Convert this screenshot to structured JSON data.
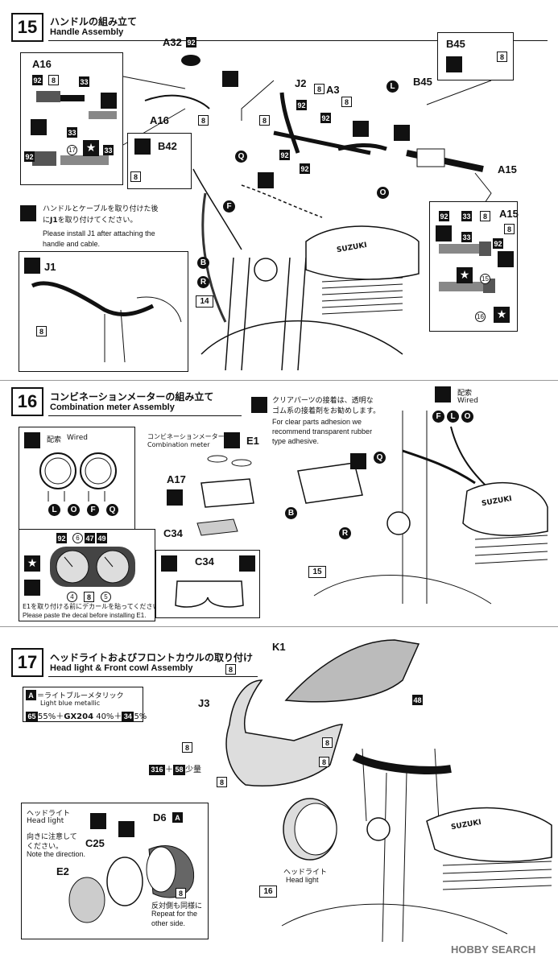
{
  "step15": {
    "number": "15",
    "title_jp": "ハンドルの組み立て",
    "title_en": "Handle Assembly",
    "parts": {
      "a32": "A32",
      "a16": "A16",
      "a16b": "A16",
      "b42": "B42",
      "j2": "J2",
      "a3": "A3",
      "b45": "B45",
      "b45b": "B45",
      "a15": "A15",
      "a15b": "A15",
      "j1": "J1"
    },
    "note_jp_line1": "ハンドルとケーブルを取り付けた後",
    "note_jp_line2": "に",
    "note_jp_j1": "J1",
    "note_jp_line2b": "を取り付けてください。",
    "note_en_line1": "Please install J1 after attaching the",
    "note_en_line2": "handle and cable.",
    "ref_14": "14"
  },
  "step16": {
    "number": "16",
    "title_jp": "コンビネーションメーターの組み立て",
    "title_en": "Combination meter Assembly",
    "wired_jp": "配索",
    "wired_en": "Wired",
    "wired2_jp": "配索",
    "wired2_en": "Wired",
    "meter_jp": "コンビネーションメーター",
    "meter_en": "Combination meter",
    "adhesive_jp_1": "クリアパーツの接着は、透明な",
    "adhesive_jp_2": "ゴム系の接着剤をお勧めします。",
    "adhesive_en_1": "For clear parts adhesion we",
    "adhesive_en_2": "recommend transparent rubber",
    "adhesive_en_3": "type adhesive.",
    "decal_jp": "E1を取り付ける前にデカールを貼ってください。",
    "decal_en": "Please paste the decal before installing E1.",
    "parts": {
      "e1": "E1",
      "a17": "A17",
      "c34": "C34",
      "c34b": "C34"
    },
    "ref_15": "15"
  },
  "step17": {
    "number": "17",
    "title_jp": "ヘッドライトおよびフロントカウルの取り付け",
    "title_en": "Head light & Front cowl Assembly",
    "color_key": "A",
    "color_jp": "＝ライトブルーメタリック",
    "color_en": "Light blue metallic",
    "color_mix_65": "65",
    "color_mix_1": "55%＋",
    "color_mix_gx": "GX204",
    "color_mix_2": " 40%＋",
    "color_mix_34": "34",
    "color_mix_3": "5%",
    "paint_316": "316",
    "paint_plus": "＋",
    "paint_58": "58",
    "paint_small": "少量",
    "headlight_jp": "ヘッドライト",
    "headlight_en": "Head light",
    "direction_jp": "向きに注意して",
    "direction_jp2": "ください。",
    "direction_en": "Note the direction.",
    "repeat_jp": "反対側も同様に",
    "repeat_en_1": "Repeat for the",
    "repeat_en_2": "other side.",
    "headlight2_jp": "ヘッドライト",
    "headlight2_en": "Head light",
    "parts": {
      "k1": "K1",
      "j3": "J3",
      "c25": "C25",
      "d6": "D6",
      "e2": "E2"
    },
    "ref_16": "16"
  },
  "codes": {
    "c8": "8",
    "c92": "92",
    "c33": "33",
    "c17": "17",
    "c48": "48",
    "c6": "6",
    "c47": "47",
    "c49": "49",
    "c4": "4",
    "c5": "5",
    "c15": "15",
    "c16": "16"
  },
  "connectors": {
    "Q": "Q",
    "F": "F",
    "L": "L",
    "O": "O",
    "B": "B",
    "R": "R"
  },
  "tank_brand": "SUZUKI",
  "watermark": "HOBBY SEARCH"
}
